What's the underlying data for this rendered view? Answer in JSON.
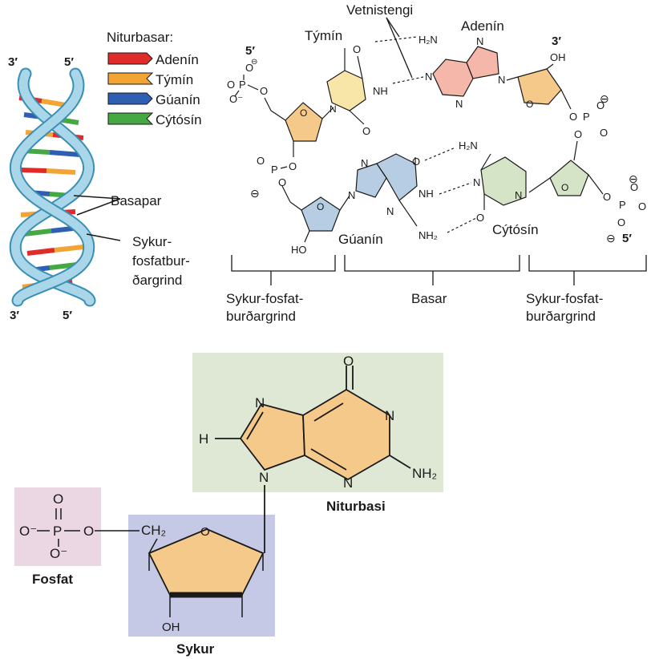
{
  "legend": {
    "title": "Niturbasar:",
    "items": [
      {
        "name": "Adenín",
        "color": "#e02b2b"
      },
      {
        "name": "Týmín",
        "color": "#f2a534"
      },
      {
        "name": "Gúanín",
        "color": "#2f5fb3"
      },
      {
        "name": "Cýtósín",
        "color": "#46a843"
      }
    ]
  },
  "helix": {
    "end_top_left": "3′",
    "end_top_right": "5′",
    "end_bottom_left": "3′",
    "end_bottom_right": "5′",
    "basepair_label": "Basapar",
    "backbone_label_line1": "Sykur-",
    "backbone_label_line2": "fosfatbur-",
    "backbone_label_line3": "ðargrind"
  },
  "pairing": {
    "hbond_label": "Vetnistengi",
    "thymine": "Týmín",
    "adenine": "Adenín",
    "guanine": "Gúanín",
    "cytosine": "Cýtósín",
    "end_5_top": "5′",
    "end_3_top": "3′",
    "end_5_bottom": "5′",
    "bracket_left_line1": "Sykur-fosfat-",
    "bracket_left_line2": "burðargrind",
    "bracket_middle": "Basar",
    "bracket_right_line1": "Sykur-fosfat-",
    "bracket_right_line2": "burðargrind",
    "atoms": {
      "phos": "P",
      "oxy": "O",
      "om": "O⁻",
      "nh": "NH",
      "n": "N",
      "h2n": "H₂N",
      "nh2": "NH₂",
      "oh": "OH",
      "ho": "HO",
      "minus": "⊖"
    }
  },
  "nucleotide": {
    "base_label": "Niturbasi",
    "phosphate_label": "Fosfat",
    "sugar_label": "Sykur",
    "atoms": {
      "o": "O",
      "n": "N",
      "h": "H",
      "nh2": "NH₂",
      "p": "P",
      "om": "O⁻",
      "ch2": "CH₂",
      "oh": "OH"
    }
  },
  "colors": {
    "backbone": "#a9d6e8",
    "backbone_edge": "#3a8fb5",
    "adenine_ring": "#f4b7aa",
    "thymine_ring": "#f8e6a8",
    "guanine_ring": "#b6cde3",
    "cytosine_ring": "#d5e4c6",
    "sugar_ring": "#f5c98a",
    "base_box": "#dfe8d5",
    "phosphate_box": "#ebd7e3",
    "sugar_box": "#c6c9e6"
  }
}
